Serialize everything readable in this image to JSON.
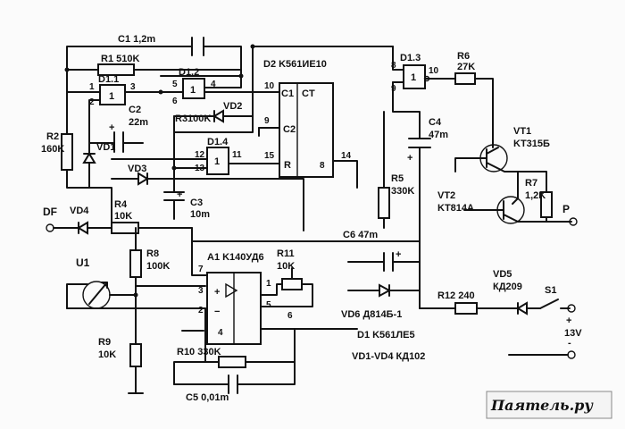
{
  "labels": {
    "c1": "C1 1,2m",
    "r1": "R1 510K",
    "d11": "D1.1",
    "d12": "D1.2",
    "d2": "D2 K561ИЕ10",
    "d13": "D1.3",
    "r6": "R6",
    "r6v": "27K",
    "c2": "C2",
    "c2v": "22m",
    "r3": "R3100K",
    "vd2": "VD2",
    "c1pin": "C1",
    "ct": "CT",
    "c2pin": "C2",
    "rpin": "R",
    "r2": "R2",
    "r2v": "160K",
    "vd1": "VD1",
    "d14": "D1.4",
    "c4": "C4",
    "c4v": "47m",
    "vt1": "VT1",
    "vt1v": "KT315Б",
    "vd3": "VD3",
    "r5": "R5",
    "r5v": "330K",
    "r7": "R7",
    "r7v": "1,2K",
    "vt2": "VT2",
    "vt2v": "KT814A",
    "c3": "C3",
    "c3v": "10m",
    "df": "DF",
    "vd4": "VD4",
    "r4": "R4",
    "r4v": "10K",
    "p": "P",
    "c6": "C6 47m",
    "r8": "R8",
    "r8v": "100K",
    "a1": "A1 K140УД6",
    "r11": "R11",
    "r11v": "10K",
    "u1": "U1",
    "vd5": "VD5",
    "vd5v": "КД209",
    "s1": "S1",
    "r12": "R12 240",
    "vd6": "VD6 Д814Б-1",
    "d1": "D1 K561ЛЕ5",
    "plus13": "+",
    "v13": "13V",
    "minus": "-",
    "r9": "R9",
    "r9v": "10K",
    "r10": "R10 330K",
    "vdnote": "VD1-VD4 КД102",
    "c5": "C5 0,01m",
    "watermark": "Паятель.ру"
  },
  "pins": {
    "p1a": "1",
    "p2a": "2",
    "p3a": "3",
    "p5": "5",
    "p6": "6",
    "p4": "4",
    "p10": "10",
    "p9": "9",
    "p15": "15",
    "p8": "8",
    "p14": "14",
    "p12": "12",
    "p13": "13",
    "p11": "11",
    "p8b": "8",
    "p9b": "9",
    "p10b": "10",
    "a7": "7",
    "a3": "3",
    "a2": "2",
    "a4": "4",
    "a1p": "1",
    "a5": "5",
    "a6": "6"
  },
  "ic_symbols": {
    "gate": "1",
    "opamp": "▷",
    "plus": "+",
    "minus": "−"
  }
}
